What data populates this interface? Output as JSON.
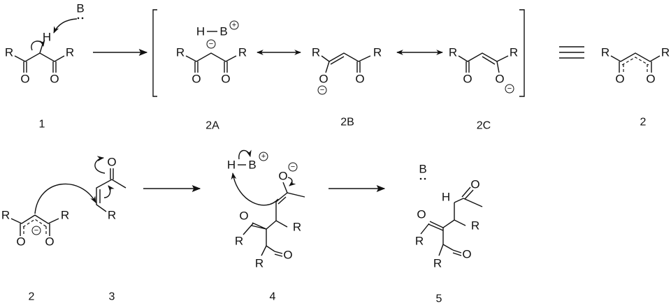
{
  "atoms": {
    "R": "R",
    "O": "O",
    "H": "H",
    "B": "B"
  },
  "charges": {
    "minus": "−",
    "plus": "+"
  },
  "compounds": {
    "c1": "1",
    "c2a": "2A",
    "c2b": "2B",
    "c2c": "2C",
    "c2": "2",
    "c2_bottom": "2",
    "c3": "3",
    "c4": "4",
    "c5": "5"
  }
}
